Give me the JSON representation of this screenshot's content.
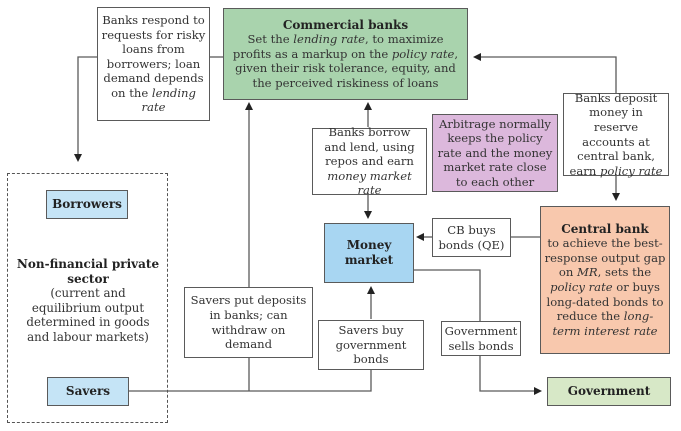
{
  "nodes": {
    "commercial_banks": {
      "title": "Commercial banks",
      "text_parts": [
        "Set the ",
        "lending rate",
        ", to maximize profits as a markup on the ",
        "policy rate",
        ", given their risk tolerance, equity, and the perceived riskiness of loans"
      ],
      "color": "#a9d3ad"
    },
    "banks_respond": {
      "text_parts": [
        "Banks respond to requests for risky loans from borrowers; loan demand depends on the ",
        "lending rate"
      ]
    },
    "banks_deposit": {
      "text_parts": [
        "Banks deposit money in reserve accounts at central bank, earn ",
        "policy rate"
      ]
    },
    "banks_borrow": {
      "text_parts": [
        "Banks borrow and lend, using repos and earn ",
        "money market rate"
      ]
    },
    "arbitrage": {
      "text": "Arbitrage normally keeps the policy rate and the money market rate close to each other",
      "color": "#dcb8dc"
    },
    "borrowers": {
      "title": "Borrowers",
      "color": "#c5e4f6"
    },
    "savers": {
      "title": "Savers",
      "color": "#c5e4f6"
    },
    "non_financial_sector": {
      "title": "Non-financial private sector",
      "text": "(current and equilibrium output determined in goods and labour markets)"
    },
    "money_market": {
      "title": "Money market",
      "color": "#a8d6f2"
    },
    "cb_buys": {
      "text": "CB buys bonds (QE)"
    },
    "central_bank": {
      "title": "Central bank",
      "text_parts": [
        "to achieve the best-response output gap on ",
        "MR",
        ", sets the ",
        "policy rate",
        " or buys long-dated bonds to reduce the ",
        "long-term interest rate"
      ],
      "color": "#f8c8ad"
    },
    "savers_deposits": {
      "text": "Savers put deposits in banks; can withdraw on demand"
    },
    "savers_buy_bonds": {
      "text": "Savers buy government bonds"
    },
    "gov_sells": {
      "text": "Government sells bonds"
    },
    "government": {
      "title": "Government",
      "color": "#d7e8c7"
    }
  }
}
